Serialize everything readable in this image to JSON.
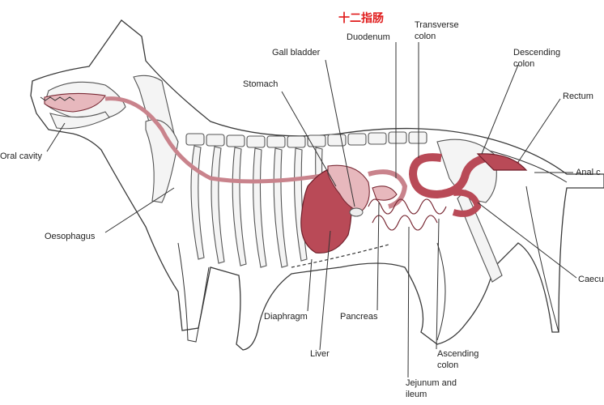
{
  "annotation_cn": "十二指肠",
  "labels": {
    "oral_cavity": "Oral cavity",
    "oesophagus": "Oesophagus",
    "stomach": "Stomach",
    "gall_bladder": "Gall bladder",
    "duodenum": "Duodenum",
    "transverse_colon": "Transverse colon",
    "descending_colon": "Descending colon",
    "rectum": "Rectum",
    "anal_canal": "Anal c",
    "caecum": "Caecu",
    "diaphragm": "Diaphragm",
    "liver": "Liver",
    "pancreas": "Pancreas",
    "ascending_colon": "Ascending colon",
    "jejunum_ileum": "Jejunum and ileum"
  },
  "colors": {
    "organ": "#b94a57",
    "organ_light": "#e7b8bd",
    "annotation": "#e01b1b",
    "outline": "#3a3a3a"
  }
}
